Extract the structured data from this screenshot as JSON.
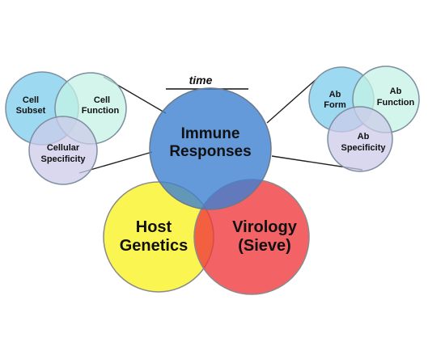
{
  "time_label": "time",
  "main": {
    "immune": {
      "line1": "Immune",
      "line2": "Responses",
      "color": "#3d7fd1"
    },
    "host": {
      "line1": "Host",
      "line2": "Genetics",
      "color": "#fbf43e"
    },
    "virology": {
      "line1": "Virology",
      "line2": "(Sieve)",
      "color": "#f0363a"
    }
  },
  "cell_cluster": {
    "subset": {
      "line1": "Cell",
      "line2": "Subset",
      "color": "#8cd3ef"
    },
    "function": {
      "line1": "Cell",
      "line2": "Function",
      "color": "#c4f2e4"
    },
    "specificity": {
      "line1": "Cellular",
      "line2": "Specificity",
      "color": "#cccbe9"
    }
  },
  "ab_cluster": {
    "form": {
      "line1": "Ab",
      "line2": "Form",
      "color": "#8cd3ef"
    },
    "function": {
      "line1": "Ab",
      "line2": "Function",
      "color": "#c4f2e4"
    },
    "specificity": {
      "line1": "Ab",
      "line2": "Specificity",
      "color": "#cccbe9"
    }
  }
}
